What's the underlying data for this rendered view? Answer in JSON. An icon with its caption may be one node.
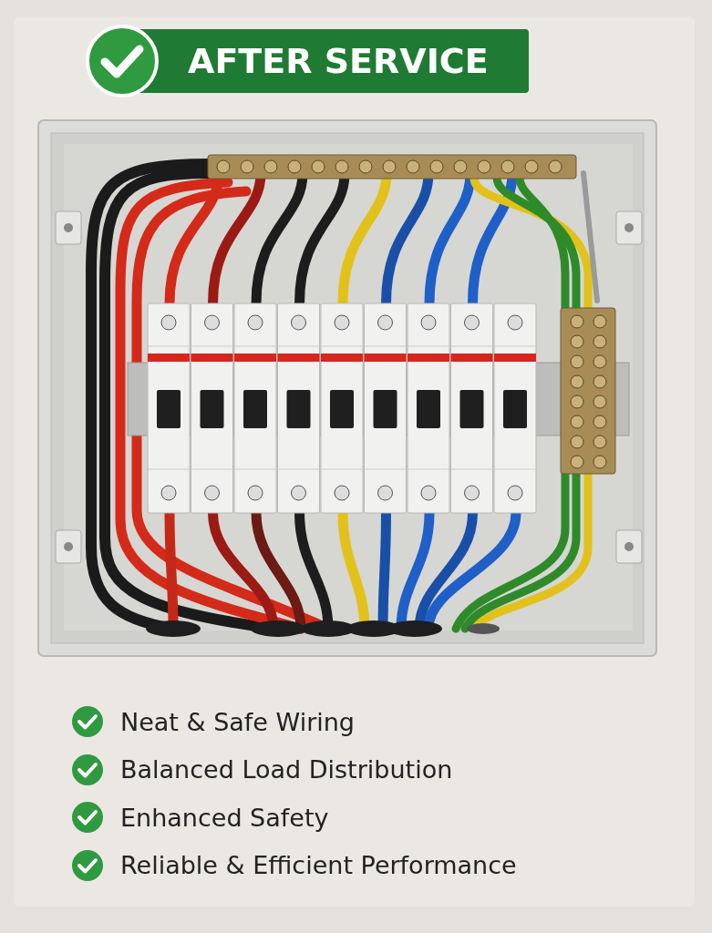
{
  "diagram": {
    "title": "AFTER SERVICE",
    "labels": [
      "Neat & Safe Wiring",
      "Balanced Load Distribution",
      "Enhanced Safety",
      "Reliable & Efficient Performance"
    ]
  }
}
